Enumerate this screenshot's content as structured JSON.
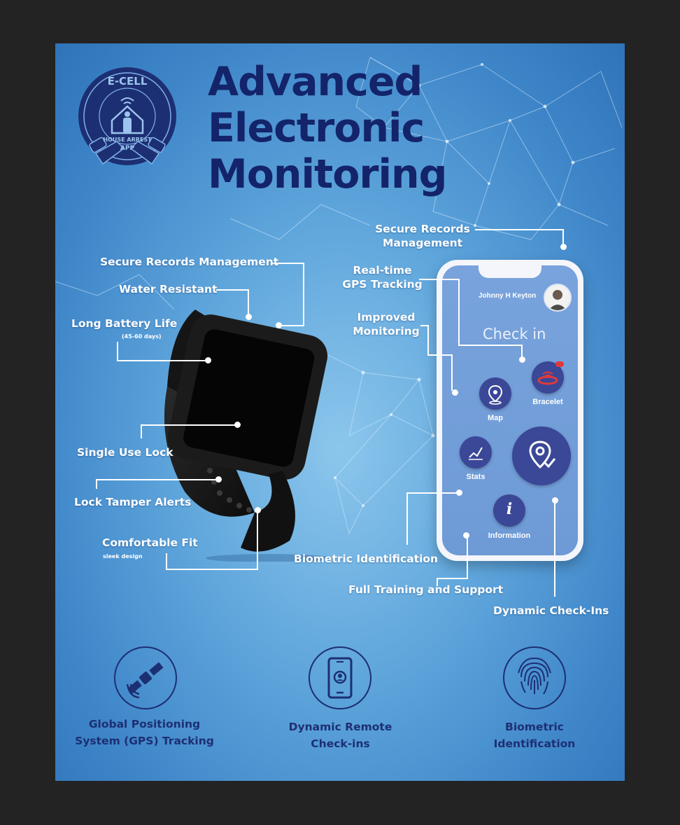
{
  "title": {
    "line1": "Advanced",
    "line2": "Electronic",
    "line3": "Monitoring"
  },
  "logo": {
    "top_text": "E-CELL",
    "ring_text": "HOUSE ARREST",
    "bottom_text": "APP"
  },
  "watch_callouts": {
    "secure_records": "Secure Records Management",
    "water_resistant": "Water Resistant",
    "battery": "Long Battery Life",
    "battery_sub": "(45-60 days)",
    "single_use_lock": "Single Use Lock",
    "tamper": "Lock Tamper Alerts",
    "comfortable": "Comfortable Fit",
    "comfortable_sub": "sleek design"
  },
  "phone_callouts": {
    "secure_line1": "Secure Records",
    "secure_line2": "Management",
    "gps_line1": "Real-time",
    "gps_line2": "GPS Tracking",
    "improved_line1": "Improved",
    "improved_line2": "Monitoring",
    "biometric": "Biometric Identification",
    "training": "Full Training and Support",
    "dynamic": "Dynamic Check-Ins"
  },
  "phone": {
    "user_name": "Johnny H Keyton",
    "heading": "Check in",
    "buttons": {
      "map": "Map",
      "bracelet": "Bracelet",
      "stats": "Stats",
      "information": "Information"
    },
    "info_glyph": "i"
  },
  "features": [
    {
      "line1": "Global Positioning",
      "line2": "System (GPS) Tracking",
      "icon": "satellite-icon"
    },
    {
      "line1": "Dynamic Remote",
      "line2": "Check-ins",
      "icon": "phone-checkin-icon"
    },
    {
      "line1": "Biometric",
      "line2": "Identification",
      "icon": "fingerprint-icon"
    }
  ],
  "colors": {
    "navy": "#14246a",
    "accent": "#3b4797",
    "badge": "#e03a3a"
  }
}
